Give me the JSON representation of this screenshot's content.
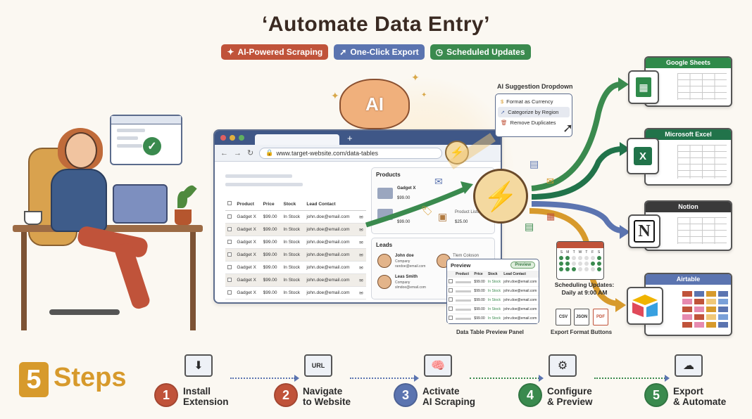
{
  "title": "‘Automate Data Entry’",
  "chips": [
    {
      "label": "AI-Powered Scraping",
      "icon": "magic-wand-icon",
      "color": "#c0533a"
    },
    {
      "label": "One-Click Export",
      "icon": "cursor-click-icon",
      "color": "#5b74b0"
    },
    {
      "label": "Scheduled Updates",
      "icon": "clock-icon",
      "color": "#3a8a4e"
    }
  ],
  "browser": {
    "url": "www.target-website.com/data-tables"
  },
  "table": {
    "headers": [
      "Product",
      "Price",
      "Stock",
      "Lead Contact"
    ],
    "rows": [
      [
        "Gadget X",
        "$99.00",
        "In Stock",
        "john.doe@email.com"
      ],
      [
        "Gadget X",
        "$99.00",
        "In Stock",
        "john.doe@email.com"
      ],
      [
        "Gadget X",
        "$99.00",
        "In Stock",
        "john.doe@email.com"
      ],
      [
        "Gadget X",
        "$99.00",
        "In Stock",
        "john.doe@email.com"
      ],
      [
        "Gadget X",
        "$99.00",
        "In Stock",
        "john.doe@email.com"
      ],
      [
        "Gadget X",
        "$99.00",
        "In Stock",
        "john.doe@email.com"
      ],
      [
        "Gadget X",
        "$99.00",
        "In Stock",
        "john.doe@email.com"
      ]
    ]
  },
  "products_panel": {
    "title": "Products",
    "item1_name": "Gadget X",
    "item1_price": "$99.00",
    "item2_price": "$99.00",
    "item3_name": "Product Listing",
    "item3_price": "$25.00"
  },
  "leads_panel": {
    "title": "Leads",
    "lead1_name": "John doe",
    "lead1_company": "Company",
    "lead1_email": "randoe@email.com",
    "lead2_name": "Leas Smith",
    "lead2_company": "Company",
    "lead2_email": "slmdoe@email.com",
    "lead3_name": "Tlem Coloson"
  },
  "ai_badge": "AI",
  "dropdown": {
    "label": "AI Suggestion Dropdown",
    "options": [
      {
        "label": "Format as Currency",
        "icon": "dollar-icon"
      },
      {
        "label": "Categorize by Region",
        "icon": "cursor-icon"
      },
      {
        "label": "Remove Duplicates",
        "icon": "trash-icon"
      }
    ]
  },
  "preview": {
    "title": "Preview",
    "button": "Preview",
    "headers": [
      "Product",
      "Price",
      "Stock",
      "Lead Contact"
    ],
    "rows": [
      [
        "",
        "$99.00",
        "In Stock",
        "john.doe@email.com"
      ],
      [
        "",
        "$99.00",
        "In Stock",
        "john.doe@email.com"
      ],
      [
        "",
        "$99.00",
        "In Stock",
        "john.doe@email.com"
      ],
      [
        "",
        "$99.00",
        "In Stock",
        "john.doe@email.com"
      ],
      [
        "",
        "$99.00",
        "In Stock",
        "john.doe@email.com"
      ]
    ],
    "caption": "Data Table Preview Panel"
  },
  "apps": [
    {
      "name": "Google Sheets",
      "color": "#2f8a4a",
      "icon_label": ""
    },
    {
      "name": "Microsoft Excel",
      "color": "#21734a",
      "icon_label": "X"
    },
    {
      "name": "Notion",
      "color": "#3a3a3a",
      "icon_label": "N"
    },
    {
      "name": "Airtable",
      "color": "#5b74b0",
      "icon_label": ""
    }
  ],
  "calendar": {
    "days": [
      "S",
      "M",
      "T",
      "W",
      "T",
      "F",
      "S"
    ]
  },
  "schedule": {
    "line1": "Scheduling Updates:",
    "line2": "Daily at 9:00 AM"
  },
  "formats": {
    "csv": "CSV",
    "json": "JSON",
    "pdf": "PDF",
    "caption": "Export Format Buttons"
  },
  "steps_heading": {
    "number": "5",
    "word": "Steps"
  },
  "steps": [
    {
      "number": "1",
      "label": "Install\nExtension",
      "color": "#c0533a",
      "icon": "download-extension-icon"
    },
    {
      "number": "2",
      "label": "Navigate\nto Website",
      "color": "#c0533a",
      "icon": "url-cursor-icon"
    },
    {
      "number": "3",
      "label": "Activate\nAI Scraping",
      "color": "#5b74b0",
      "icon": "brain-search-icon"
    },
    {
      "number": "4",
      "label": "Configure\n& Preview",
      "color": "#3a8a4e",
      "icon": "table-gear-icon"
    },
    {
      "number": "5",
      "label": "Export\n& Automate",
      "color": "#3a8a4e",
      "icon": "cloud-clock-icon"
    }
  ]
}
